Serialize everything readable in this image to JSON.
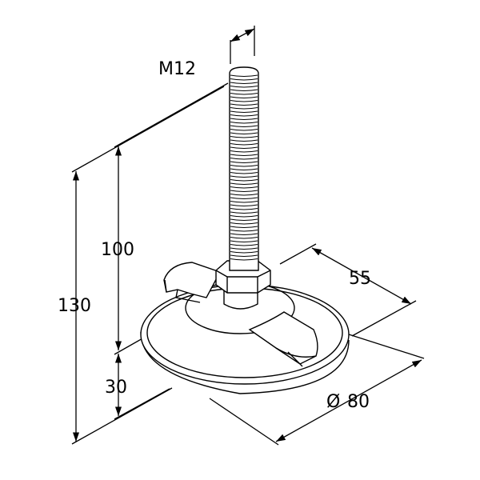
{
  "title": "Levelling foot with M12 threaded stud",
  "dimensions": {
    "thread": "M12",
    "stud_height": "100",
    "total_height": "130",
    "base_height": "30",
    "pad_width": "55",
    "diameter_symbol": "Ø",
    "diameter": "80"
  },
  "colors": {
    "line": "#000000",
    "background": "#ffffff"
  }
}
